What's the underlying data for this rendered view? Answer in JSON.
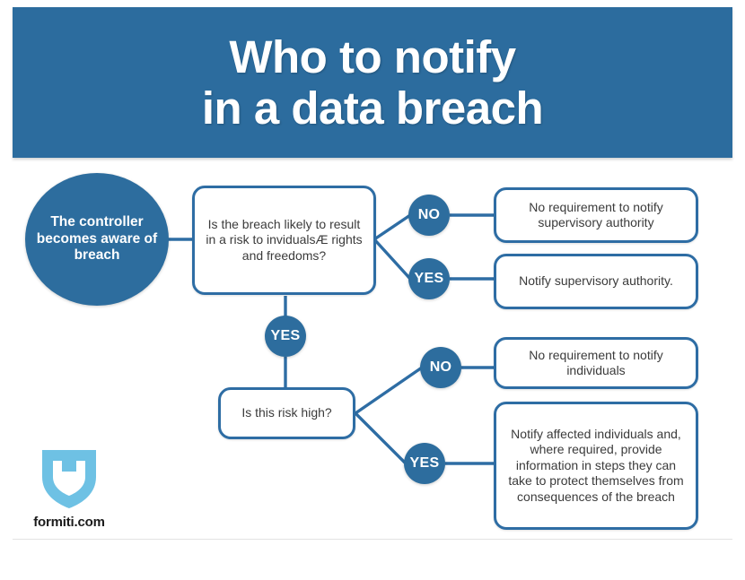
{
  "header": {
    "title_line1": "Who to notify",
    "title_line2": "in a data breach",
    "background_color": "#2c6c9e",
    "text_color": "#ffffff"
  },
  "theme": {
    "primary_blue": "#2d6d9e",
    "border_blue": "#2e6da4",
    "logo_blue": "#6ec1e4",
    "box_text": "#3b3b3b"
  },
  "flow": {
    "start": {
      "label": "The controller becomes aware of breach",
      "shape": "circle"
    },
    "decision_1": {
      "label": "Is the breach likely to result in a risk to invidualsÆ rights and freedoms?",
      "shape": "rounded-box"
    },
    "decision_2": {
      "label": "Is this risk high?",
      "shape": "rounded-box"
    },
    "badges": {
      "d1_no": "NO",
      "d1_yes": "YES",
      "middle_yes": "YES",
      "d2_no": "NO",
      "d2_yes": "YES"
    },
    "outcomes": {
      "d1_no_result": "No requirement to notify supervisory authority",
      "d1_yes_result": "Notify supervisory authority.",
      "d2_no_result": "No requirement to notify individuals",
      "d2_yes_result": "Notify affected individuals and, where required, provide information in steps they can take to protect themselves from consequences of the breach"
    }
  },
  "footer": {
    "logo_name": "formiti.com",
    "logo_icon": "shield-icon"
  }
}
